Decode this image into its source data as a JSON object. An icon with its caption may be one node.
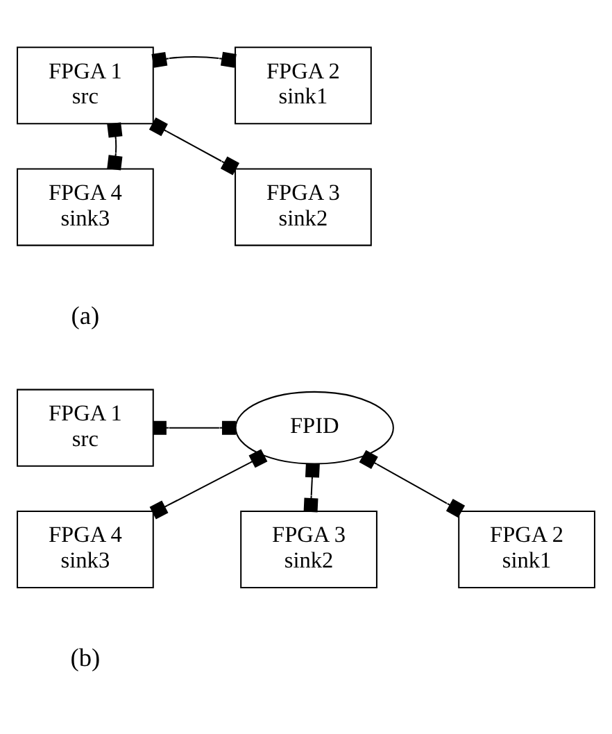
{
  "diagram": {
    "nodes": [
      {
        "text": [
          "FPGA 1",
          "src"
        ]
      },
      {
        "text": [
          "FPGA 2",
          "sink1"
        ]
      },
      {
        "text": [
          "FPGA 4",
          "sink3"
        ]
      },
      {
        "text": [
          "FPGA 3",
          "sink2"
        ]
      },
      {
        "text": [
          "FPGA 1",
          "src"
        ]
      },
      {
        "text": [
          "FPID"
        ]
      },
      {
        "text": [
          "FPGA 4",
          "sink3"
        ]
      },
      {
        "text": [
          "FPGA 3",
          "sink2"
        ]
      },
      {
        "text": [
          "FPGA 2",
          "sink1"
        ]
      }
    ],
    "edges": [
      {
        "from": 0,
        "to": 1,
        "arrow": "other"
      },
      {
        "from": 0,
        "to": 2,
        "arrow": "other"
      },
      {
        "from": 0,
        "to": 3,
        "arrow": "other"
      },
      {
        "from": 4,
        "to": 5,
        "arrow": "other"
      },
      {
        "from": 5,
        "to": 6,
        "arrow": "other"
      },
      {
        "from": 5,
        "to": 7,
        "arrow": "other"
      },
      {
        "from": 5,
        "to": 8,
        "arrow": "other"
      }
    ],
    "labels": [
      "(a)",
      "(b)"
    ]
  }
}
